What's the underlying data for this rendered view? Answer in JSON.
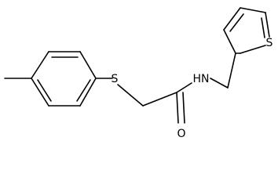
{
  "molecule": {
    "atoms": [
      {
        "label": "S"
      },
      {
        "label": "HN"
      },
      {
        "label": "O"
      },
      {
        "label": "S"
      }
    ]
  }
}
